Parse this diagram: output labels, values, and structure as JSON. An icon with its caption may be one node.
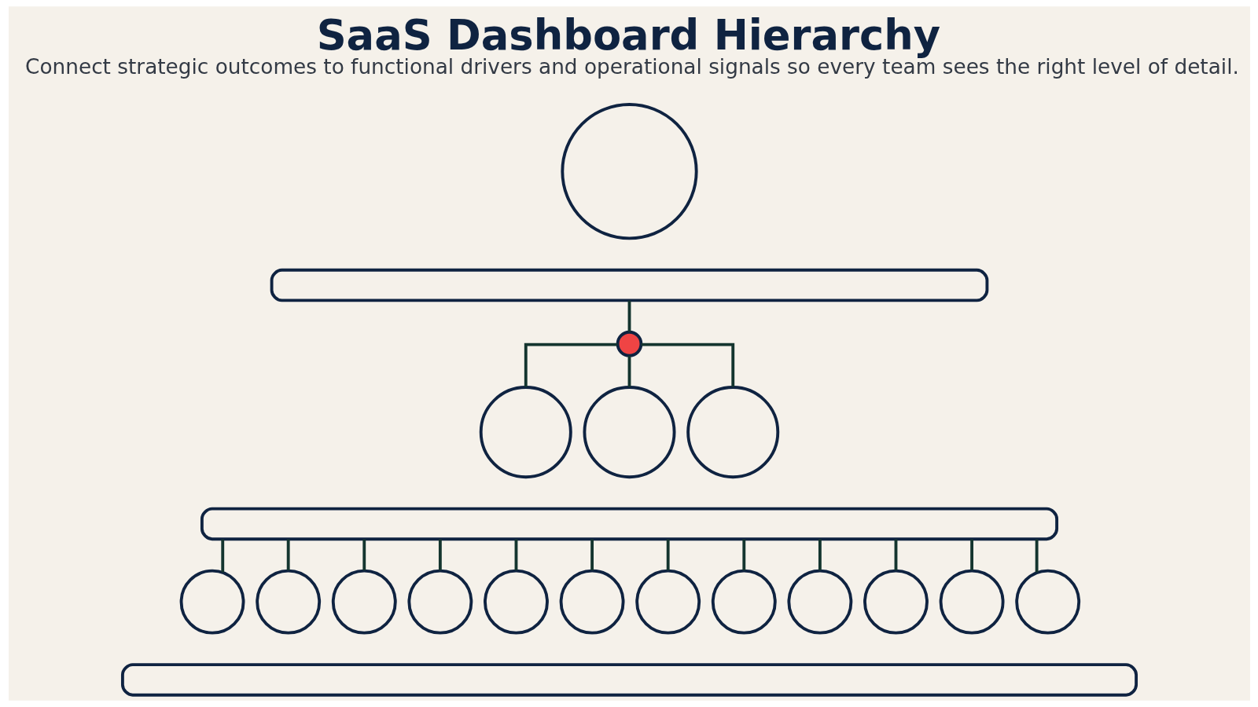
{
  "diagram": {
    "title": "SaaS Dashboard Hierarchy",
    "caption": "Connect strategic outcomes to functional drivers and operational signals so every team sees the right level of detail.",
    "nodes": [
      {
        "text": [],
        "shape": "circle"
      },
      {
        "text": [],
        "shape": "bar"
      },
      {
        "text": [],
        "shape": "circle"
      },
      {
        "text": [],
        "shape": "circle"
      },
      {
        "text": [],
        "shape": "circle"
      },
      {
        "text": [],
        "shape": "circle"
      },
      {
        "text": [],
        "shape": "bar"
      },
      {
        "text": [],
        "shape": "circle"
      },
      {
        "text": [],
        "shape": "circle"
      },
      {
        "text": [],
        "shape": "circle"
      },
      {
        "text": [],
        "shape": "circle"
      },
      {
        "text": [],
        "shape": "circle"
      },
      {
        "text": [],
        "shape": "circle"
      },
      {
        "text": [],
        "shape": "circle"
      },
      {
        "text": [],
        "shape": "circle"
      },
      {
        "text": [],
        "shape": "circle"
      },
      {
        "text": [],
        "shape": "circle"
      },
      {
        "text": [],
        "shape": "circle"
      },
      {
        "text": [],
        "shape": "circle"
      },
      {
        "text": [],
        "shape": "bar"
      }
    ],
    "edges": [
      {
        "from": 1,
        "to": 2,
        "arrow": "none"
      },
      {
        "from": 2,
        "to": 3,
        "arrow": "none"
      },
      {
        "from": 2,
        "to": 4,
        "arrow": "none"
      },
      {
        "from": 2,
        "to": 5,
        "arrow": "none"
      },
      {
        "from": 6,
        "to": 7,
        "arrow": "none"
      },
      {
        "from": 6,
        "to": 8,
        "arrow": "none"
      },
      {
        "from": 6,
        "to": 9,
        "arrow": "none"
      },
      {
        "from": 6,
        "to": 10,
        "arrow": "none"
      },
      {
        "from": 6,
        "to": 11,
        "arrow": "none"
      },
      {
        "from": 6,
        "to": 12,
        "arrow": "none"
      },
      {
        "from": 6,
        "to": 13,
        "arrow": "none"
      },
      {
        "from": 6,
        "to": 14,
        "arrow": "none"
      },
      {
        "from": 6,
        "to": 15,
        "arrow": "none"
      },
      {
        "from": 6,
        "to": 16,
        "arrow": "none"
      },
      {
        "from": 6,
        "to": 17,
        "arrow": "none"
      },
      {
        "from": 6,
        "to": 18,
        "arrow": "none"
      }
    ]
  }
}
